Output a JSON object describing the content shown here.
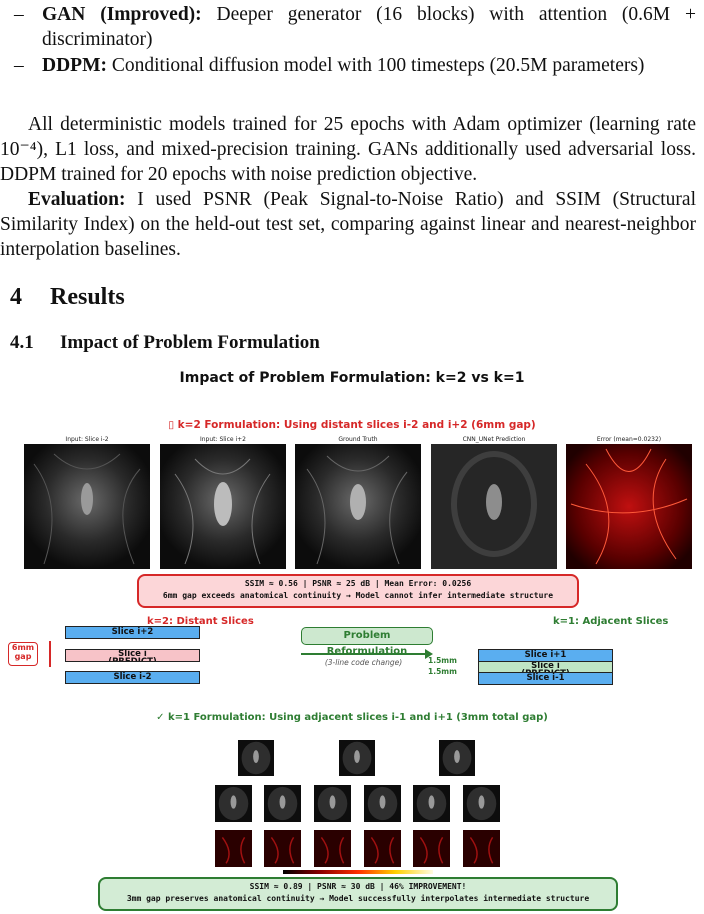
{
  "list_items": [
    {
      "bold": "GAN (Improved):",
      "text": " Deeper generator (16 blocks) with attention (0.6M + discriminator)"
    },
    {
      "bold": "DDPM:",
      "text": " Conditional diffusion model with 100 timesteps (20.5M parameters)"
    }
  ],
  "paragraph_training": "All deterministic models trained for 25 epochs with Adam optimizer (learning rate 10⁻⁴), L1 loss, and mixed-precision training. GANs additionally used adversarial loss. DDPM trained for 20 epochs with noise prediction objective.",
  "paragraph_eval_bold": "Evaluation:",
  "paragraph_eval": " I used PSNR (Peak Signal-to-Noise Ratio) and SSIM (Structural Similarity Index) on the held-out test set, comparing against linear and nearest-neighbor interpolation baselines.",
  "section": {
    "number": "4",
    "title": "Results"
  },
  "subsection": {
    "number": "4.1",
    "title": "Impact of Problem Formulation"
  },
  "figure": {
    "title": "Impact of Problem Formulation: k=2 vs k=1",
    "top_header": "▯ k=2 Formulation: Using distant slices i-2 and i+2 (6mm gap)",
    "top_panels": [
      "Input: Slice i-2",
      "Input: Slice i+2",
      "Ground Truth",
      "CNN_UNet Prediction",
      "Error (mean=0.0232)"
    ],
    "top_box_line1": "SSIM ≈ 0.56  |  PSNR ≈ 25 dB  |  Mean Error: 0.0256",
    "top_box_line2": "6mm gap exceeds anatomical continuity → Model cannot infer intermediate structure",
    "k2_label": "k=2: Distant Slices",
    "k1_label": "k=1: Adjacent Slices",
    "gap_label": "6mm\ngap",
    "k2_slices": [
      "Slice i+2",
      "Slice i\n(PREDICT)",
      "Slice i-2"
    ],
    "k1_slices": [
      "Slice i+1",
      "Slice i\n(PREDICT)",
      "Slice i-1"
    ],
    "reform_label": "Problem Reformulation",
    "reform_note": "(3-line code change)",
    "mm_top": "1.5mm",
    "mm_bottom": "1.5mm",
    "bottom_header": "✓ k=1 Formulation: Using adjacent slices i-1 and i+1 (3mm total gap)",
    "bottom_box_line1": "SSIM ≈ 0.89  |  PSNR ≈ 30 dB  |  46% IMPROVEMENT!",
    "bottom_box_line2": "3mm gap preserves anatomical continuity → Model successfully interpolates intermediate structure",
    "colors": {
      "red": "#d62828",
      "green": "#2e7d32",
      "slice_blue": "#5aaef0"
    }
  }
}
